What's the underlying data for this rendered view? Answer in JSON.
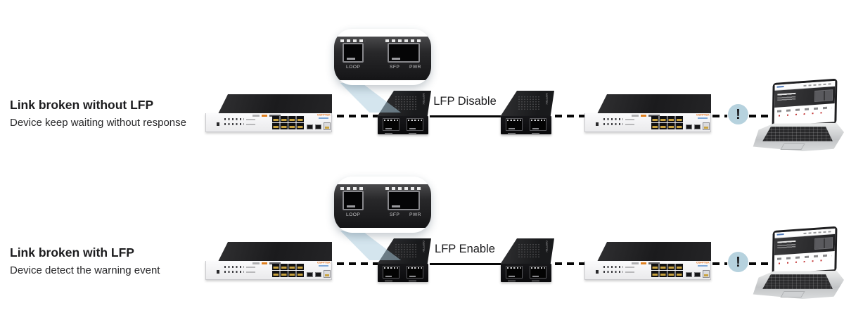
{
  "rows": [
    {
      "title": "Link broken without LFP",
      "subtitle": "Device keep waiting without response",
      "link_label": "LFP Disable"
    },
    {
      "title": "Link broken with LFP",
      "subtitle": "Device detect the warning event",
      "link_label": "LFP Enable"
    }
  ],
  "callout": {
    "port_labels": {
      "left": "LOOP",
      "mid": "SFP",
      "right": "PWR"
    }
  },
  "brand": {
    "switch": "OSFPTEK",
    "converter": "OSFPTEK"
  },
  "warning": {
    "glyph": "!"
  },
  "colors": {
    "brand_orange": "#E87722",
    "warning_bg": "#B6D2DE",
    "line_black": "#060606",
    "beam_blue": "#AACCDE"
  }
}
